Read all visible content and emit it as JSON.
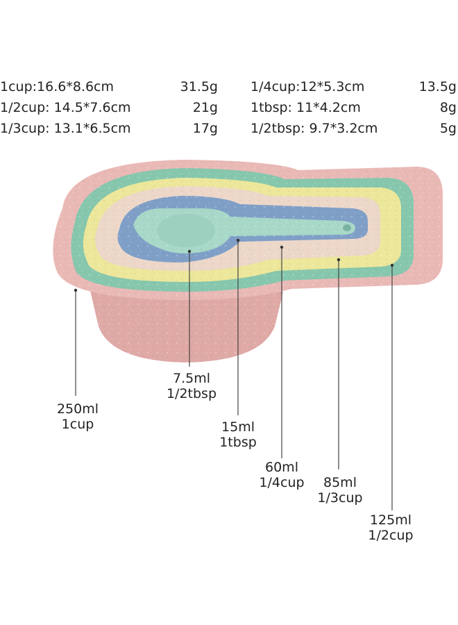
{
  "specs": {
    "rows": [
      {
        "left": {
          "size": "1cup:16.6*8.6cm",
          "weight": "31.5g"
        },
        "right": {
          "size": "1/4cup:12*5.3cm",
          "weight": "13.5g"
        }
      },
      {
        "left": {
          "size": "1/2cup:  14.5*7.6cm",
          "weight": "21g"
        },
        "right": {
          "size": "1tbsp:  11*4.2cm",
          "weight": "8g"
        }
      },
      {
        "left": {
          "size": "1/3cup:  13.1*6.5cm",
          "weight": "17g"
        },
        "right": {
          "size": "1/2tbsp:  9.7*3.2cm",
          "weight": "5g"
        }
      }
    ]
  },
  "callouts": [
    {
      "volume": "250ml",
      "unit": "1cup"
    },
    {
      "volume": "7.5ml",
      "unit": "1/2tbsp"
    },
    {
      "volume": "15ml",
      "unit": "1tbsp"
    },
    {
      "volume": "60ml",
      "unit": "1/4cup"
    },
    {
      "volume": "85ml",
      "unit": "1/3cup"
    },
    {
      "volume": "125ml",
      "unit": "1/2cup"
    }
  ],
  "colors": {
    "pink": "#e9b9b6",
    "teal": "#86c7ad",
    "yellow": "#ece79a",
    "beige": "#ecd7c9",
    "blue": "#7f9fc7",
    "mint": "#a7d8c8"
  }
}
